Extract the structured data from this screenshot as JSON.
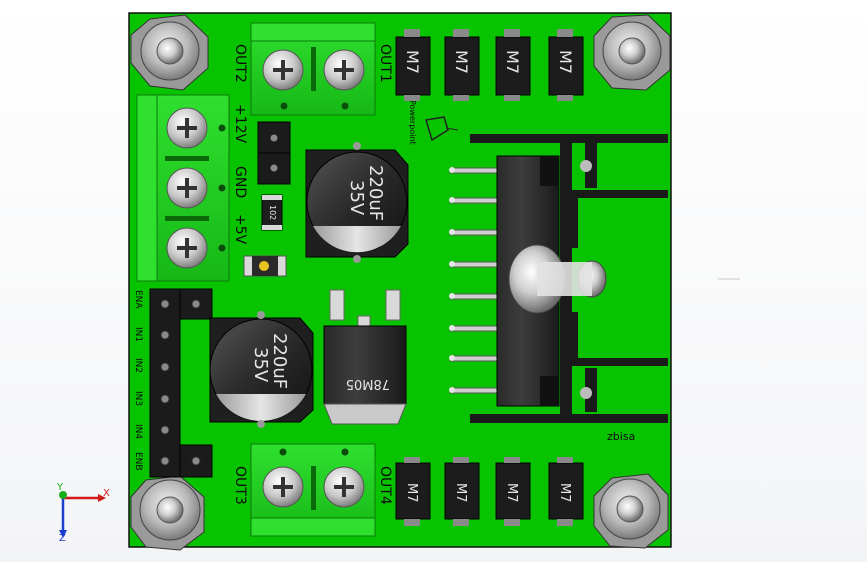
{
  "board": {
    "pcb_color": "#08c400",
    "terminal_color": "#1fd11f",
    "labels": {
      "out1": "OUT1",
      "out2": "OUT2",
      "out3": "OUT3",
      "out4": "OUT4",
      "plus12v": "+12V",
      "gnd": "GND",
      "plus5v": "+5V",
      "ena": "ENA",
      "in1": "IN1",
      "in2": "IN2",
      "in3": "IN3",
      "in4": "IN4",
      "enb": "ENB",
      "zbisa": "zbisa",
      "powerpoint": "Powerpoint",
      "resistor_code": "102"
    },
    "diodes": [
      "M7",
      "M7",
      "M7",
      "M7",
      "M7",
      "M7",
      "M7",
      "M7"
    ],
    "capacitors": [
      {
        "value": "220uF",
        "voltage": "35V"
      },
      {
        "value": "220uF",
        "voltage": "35V"
      }
    ],
    "regulator": "78M05"
  },
  "triad": {
    "x_axis": "X",
    "y_axis": "Y",
    "z_axis": "Z",
    "x_color": "#d11a1a",
    "y_color": "#18b01a",
    "z_color": "#1a3fd1"
  }
}
